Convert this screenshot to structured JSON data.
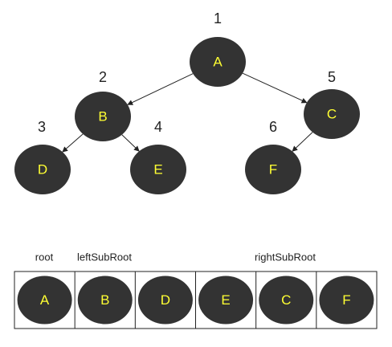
{
  "tree": {
    "nodes": [
      {
        "id": "A",
        "label": "A",
        "order": "1"
      },
      {
        "id": "B",
        "label": "B",
        "order": "2"
      },
      {
        "id": "C",
        "label": "C",
        "order": "5"
      },
      {
        "id": "D",
        "label": "D",
        "order": "3"
      },
      {
        "id": "E",
        "label": "E",
        "order": "4"
      },
      {
        "id": "F",
        "label": "F",
        "order": "6"
      }
    ],
    "edges": [
      {
        "from": "A",
        "to": "B"
      },
      {
        "from": "A",
        "to": "C"
      },
      {
        "from": "B",
        "to": "D"
      },
      {
        "from": "B",
        "to": "E"
      },
      {
        "from": "C",
        "to": "F"
      }
    ]
  },
  "array": {
    "captions": {
      "root": "root",
      "left": "leftSubRoot",
      "right": "rightSubRoot"
    },
    "cells": [
      "A",
      "B",
      "D",
      "E",
      "C",
      "F"
    ]
  },
  "colors": {
    "node_fill": "#333333",
    "node_text": "#ffff33",
    "line": "#222222"
  }
}
